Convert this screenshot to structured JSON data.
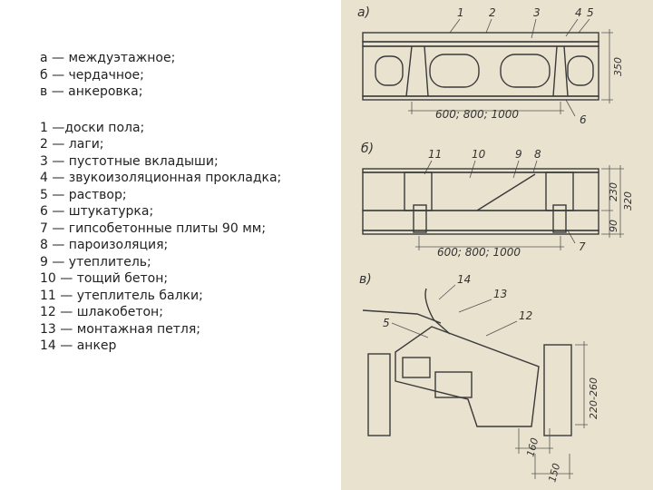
{
  "legend": {
    "variants": [
      "а — междуэтажное;",
      "б — чердачное;",
      "в — анкеровка;"
    ],
    "items": [
      "1 —доски пола;",
      "2 — лаги;",
      "3 — пустотные вкладыши;",
      "4 — звукоизоляционная прокладка;",
      "5 — раствор;",
      "6 — штукатурка;",
      "7 — гипсобетонные плиты 90 мм;",
      "8 — пароизоляция;",
      "9 — утеплитель;",
      "10 — тощий бетон;",
      "11 — утеплитель балки;",
      "12 — шлакобетон;",
      "13 — монтажная петля;",
      "14 — анкер"
    ]
  },
  "drawing": {
    "panel_a": {
      "label": "а)",
      "callouts": [
        "1",
        "2",
        "3",
        "4",
        "5",
        "6"
      ],
      "dimension_bottom": "600; 800; 1000",
      "dimension_side": "350"
    },
    "panel_b": {
      "label": "б)",
      "callouts": [
        "11",
        "10",
        "9",
        "8",
        "7"
      ],
      "dimension_bottom": "600; 800; 1000",
      "dimension_side_1": "230",
      "dimension_side_2": "90",
      "dimension_side_total": "320"
    },
    "panel_v": {
      "label": "в)",
      "callouts": [
        "14",
        "13",
        "12",
        "5"
      ],
      "dimension_height": "220-260",
      "dimension_width_1": "160",
      "dimension_width_2": "150"
    }
  },
  "colors": {
    "paper": "#e9e2cf",
    "ink": "#3a3a3a",
    "text": "#222222"
  }
}
